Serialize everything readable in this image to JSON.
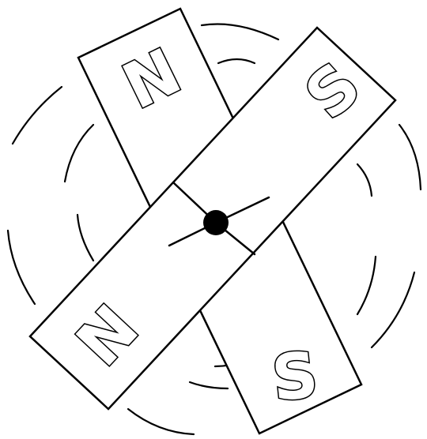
{
  "magnet_a": {
    "end_1_label": "N",
    "end_2_label": "S"
  },
  "magnet_b": {
    "end_1_label": "S",
    "end_2_label": "N"
  },
  "colors": {
    "stroke": "#000000",
    "background": "#ffffff",
    "pivot": "#000000"
  }
}
